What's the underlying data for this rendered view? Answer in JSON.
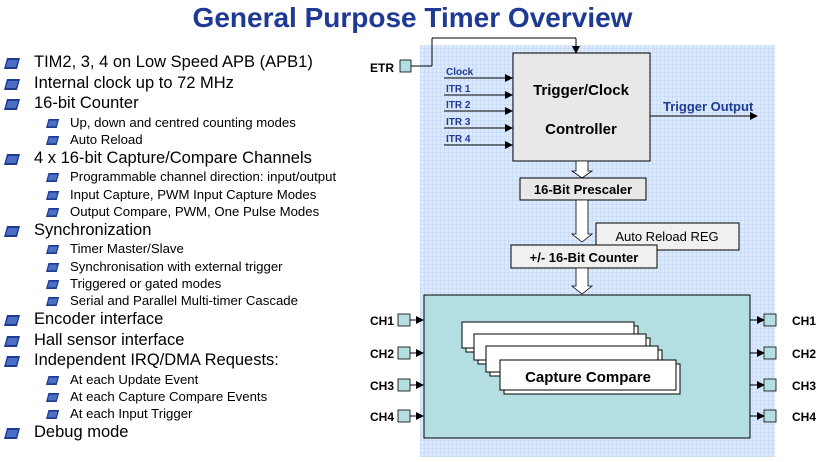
{
  "title": "General Purpose Timer Overview",
  "bullets": [
    {
      "text": "TIM2, 3, 4 on Low Speed APB (APB1)",
      "subs": []
    },
    {
      "text": "Internal clock up to 72 MHz",
      "subs": []
    },
    {
      "text": "16-bit Counter",
      "subs": [
        "Up, down and centred counting modes",
        "Auto Reload"
      ]
    },
    {
      "text": "4 x 16-bit Capture/Compare Channels",
      "subs": [
        "Programmable channel direction: input/output",
        "Input Capture, PWM Input Capture Modes",
        "Output Compare, PWM, One Pulse Modes"
      ]
    },
    {
      "text": "Synchronization",
      "subs": [
        "Timer Master/Slave",
        "Synchronisation with external trigger",
        "Triggered or gated modes",
        "Serial and Parallel Multi-timer Cascade"
      ]
    },
    {
      "text": "Encoder interface",
      "subs": []
    },
    {
      "text": "Hall sensor interface",
      "subs": []
    },
    {
      "text": "Independent IRQ/DMA Requests:",
      "subs": [
        "At each Update Event",
        "At each Capture Compare Events",
        "At each Input Trigger"
      ]
    },
    {
      "text": "Debug mode",
      "subs": []
    }
  ],
  "diagram": {
    "etr": "ETR",
    "inputs": [
      "Clock",
      "ITR 1",
      "ITR 2",
      "ITR 3",
      "ITR 4"
    ],
    "controller_line1": "Trigger/Clock",
    "controller_line2": "Controller",
    "trigger_output": "Trigger Output",
    "prescaler": "16-Bit Prescaler",
    "auto_reload": "Auto Reload REG",
    "counter": "+/- 16-Bit Counter",
    "capture_compare": "Capture Compare",
    "channels_in": [
      "CH1",
      "CH2",
      "CH3",
      "CH4"
    ],
    "channels_out": [
      "CH1",
      "CH2",
      "CH3",
      "CH4"
    ]
  },
  "colors": {
    "title": "#1f3a93",
    "bullet_icon": "#1f3a93",
    "grid_bg": "#dce9fb",
    "grid_line": "#a9c6ef",
    "input_text": "#1f3a93",
    "capture_block": "#b4dfe2",
    "pin": "#b4dfe2"
  }
}
